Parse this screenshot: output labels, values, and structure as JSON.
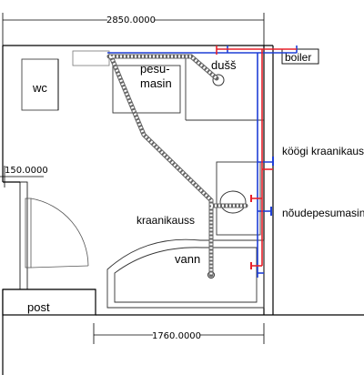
{
  "dimensions": {
    "top_width": "2850.0000",
    "left_offset": "150.0000",
    "bottom_width": "1760.0000"
  },
  "labels": {
    "wc": "wc",
    "washer": [
      "pesu-",
      "masin"
    ],
    "shower": "dušš",
    "boiler": "boiler",
    "kitchen_sink": "köögi kraanikauss",
    "dishwasher": "nõudepesumasin",
    "sink": "kraanikauss",
    "bathtub": "vann",
    "post": "post"
  },
  "colors": {
    "hot_pipe": "#e8202a",
    "cold_pipe": "#1f3fd6",
    "drain_pipe": "#555555",
    "wall": "#000000",
    "fixture_outline": "#333333"
  }
}
